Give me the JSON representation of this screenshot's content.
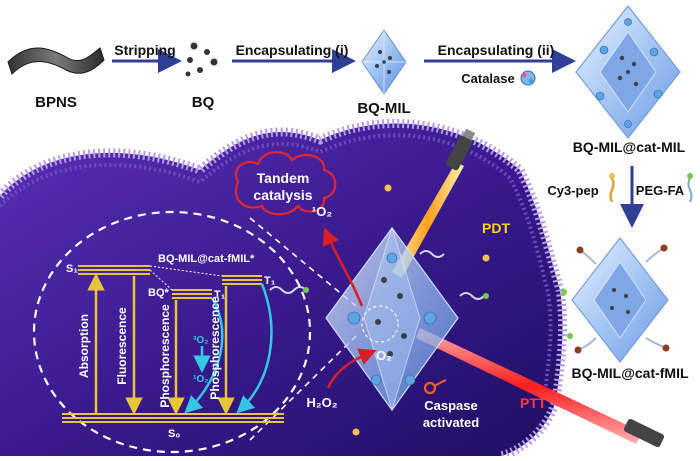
{
  "top_row": {
    "bpns": "BPNS",
    "bq": "BQ",
    "bq_mil": "BQ-MIL",
    "bq_mil_cat_mil": "BQ-MIL@cat-MIL",
    "stripping": "Stripping",
    "encapsulating_i": "Encapsulating (i)",
    "encapsulating_ii": "Encapsulating (ii)",
    "catalase": "Catalase"
  },
  "right_column": {
    "cy3_pep": "Cy3-pep",
    "peg_fa": "PEG-FA",
    "bq_mil_cat_fmil": "BQ-MIL@cat-fMIL"
  },
  "cell": {
    "tandem_line1": "Tandem",
    "tandem_line2": "catalysis",
    "singlet_oxygen": "¹O₂",
    "oxygen": "O₂",
    "h2o2": "H₂O₂",
    "caspase_line1": "Caspase",
    "caspase_line2": "activated",
    "pdt": "PDT",
    "ptt": "PTT"
  },
  "energy_diagram": {
    "s1": "S₁",
    "bq_star": "BQ*",
    "top_label": "BQ-MIL@cat-fMIL*",
    "t1_left": "T₁",
    "t1_right": "T₁",
    "s0": "S₀",
    "absorption": "Absorption",
    "fluorescence": "Fluorescence",
    "phosphorescence_1": "Phosphorescence",
    "phosphorescence_2": "Phosphorescence",
    "o2_triplet": "³O₂",
    "o2_singlet": "¹O₂"
  },
  "colors": {
    "cell_fill": "#3a1d8c",
    "membrane": "#9d7ad6",
    "arrow_blue": "#2f3f95",
    "level_yellow": "#e8c43a",
    "curve_cyan": "#35c6e6",
    "red_arrow": "#d81f26",
    "pdt_beam": "#ff9f1a",
    "ptt_beam": "#ff2a2a",
    "tandem_red": "#e3262c"
  }
}
